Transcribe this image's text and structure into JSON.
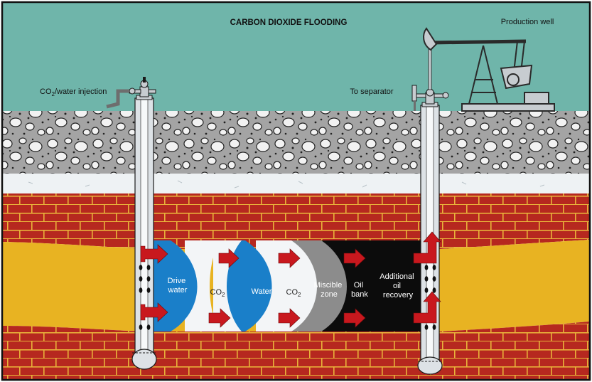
{
  "title": "CARBON DIOXIDE FLOODING",
  "labels": {
    "injection_main": "CO",
    "injection_sub": "2",
    "injection_rest": "/water injection",
    "separator": "To separator",
    "production_well": "Production well"
  },
  "zones": {
    "drive_water_1": "Drive",
    "drive_water_2": "water",
    "co2_a_main": "CO",
    "co2_a_sub": "2",
    "water": "Water",
    "co2_b_main": "CO",
    "co2_b_sub": "2",
    "miscible_1": "Miscible",
    "miscible_2": "zone",
    "oil_bank_1": "Oil",
    "oil_bank_2": "bank",
    "recovery_1": "Additional",
    "recovery_2": "oil",
    "recovery_3": "recovery"
  },
  "colors": {
    "sky": "#6fb5aa",
    "rock_matrix": "#9e9e9e",
    "sand_strip": "#eef2f4",
    "brick": "#b6281f",
    "mortar": "#e8b23a",
    "oil_sand": "#e8b322",
    "water_blue": "#1a7fc9",
    "co2_white": "#f3f5f7",
    "miscible_gray": "#8c8c8c",
    "oil_black": "#0c0c0c",
    "arrow_red": "#c8181e",
    "pipe": "#dde2e6"
  }
}
